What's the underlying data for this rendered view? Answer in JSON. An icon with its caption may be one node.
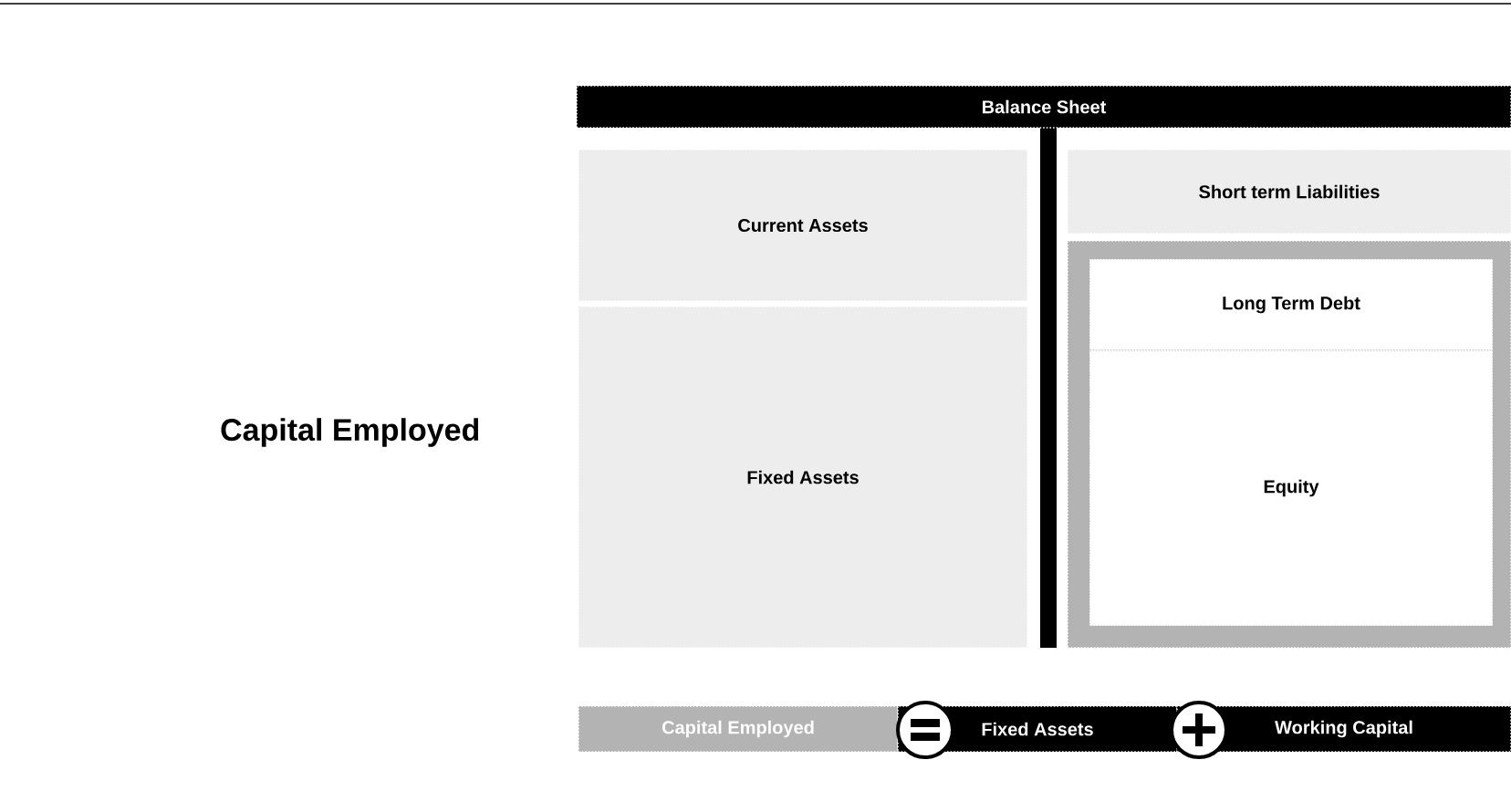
{
  "diagram": {
    "nodes": [
      {
        "text": [
          "Balance Sheet"
        ]
      },
      {
        "text": [
          "Current Assets"
        ]
      },
      {
        "text": [
          "Fixed Assets"
        ]
      },
      {
        "text": [
          "Short term Liabilities"
        ]
      },
      {
        "text": [],
        "shape": "box"
      },
      {
        "text": [
          "Long Term Debt"
        ],
        "in": 4
      },
      {
        "text": [
          "Equity"
        ],
        "in": 4
      },
      {
        "text": [
          "Capital Employed"
        ]
      },
      {
        "text": [
          "Fixed Assets"
        ]
      },
      {
        "text": [
          "Working Capital"
        ]
      }
    ],
    "labels": [
      "Capital Employed"
    ]
  }
}
